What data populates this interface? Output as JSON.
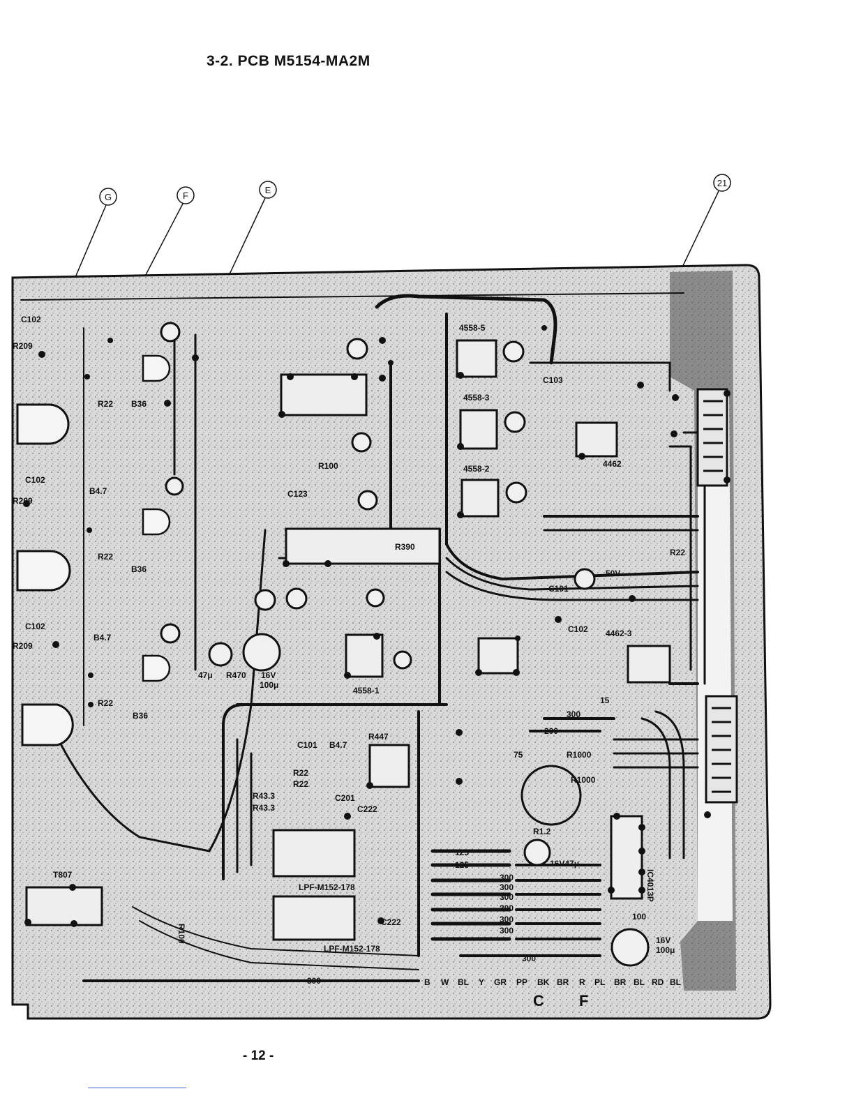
{
  "header": {
    "title": "3-2. PCB  M5154-MA2M"
  },
  "callouts": [
    {
      "id": "g",
      "label": "G"
    },
    {
      "id": "f",
      "label": "F"
    },
    {
      "id": "e",
      "label": "E"
    },
    {
      "id": "21",
      "label": "21"
    }
  ],
  "board_labels": {
    "c102a": "C102",
    "r209a": "R209",
    "r22a": "R22",
    "b36a": "B36",
    "c102b": "C102",
    "r209b": "R209",
    "b4_7b": "B4.7",
    "r22b": "R22",
    "b36b": "B36",
    "c102c": "C102",
    "r209c": "R209",
    "b4_7c": "B4.7",
    "r22c": "R22",
    "b36c": "B36",
    "c123": "C123",
    "r100": "R100",
    "r390": "R390",
    "r470": "R470",
    "cap16v": "16V",
    "cap100u": "100μ",
    "cap47u": "47μ",
    "ic4558_5": "4558-5",
    "ic4558_3": "4558-3",
    "ic4558_2": "4558-2",
    "ic4558_1": "4558-1",
    "ic4462": "4462",
    "ic4462_3": "4462-3",
    "c103": "C103",
    "c101": "C101",
    "c102": "C102",
    "r22d": "R22",
    "cap50v": "50V",
    "c101b": "C101",
    "b4_7d": "B4.7",
    "r447": "R447",
    "r22e": "R22",
    "r22f": "R22",
    "c201": "C201",
    "r43_3a": "R43.3",
    "r43_3b": "R43.3",
    "c222a": "C222",
    "c222b": "C222",
    "lpf1": "LPF-M152-178",
    "lpf2": "LPF-M152-178",
    "r1000a": "R1000",
    "r1000b": "R1000",
    "r1_2": "R1.2",
    "ic4013": "IC4013P",
    "cap16v47": "16V47μ",
    "w300a": "300",
    "w300b": "300",
    "w200": "200",
    "w100": "100",
    "w300c": "300",
    "w300d": "300",
    "w300e": "300",
    "w300f": "300",
    "w300g": "300",
    "w300h": "300",
    "w300i": "300",
    "w125a": "125",
    "w125b": "125",
    "w75": "75",
    "w15": "15",
    "cap16vb": "16V",
    "cap100ub": "100μ",
    "t807": "T807",
    "r100s": "R100",
    "conn_c": "C",
    "conn_f": "F",
    "pin_labels": [
      "B",
      "W",
      "BL",
      "Y",
      "GR",
      "PP",
      "BK",
      "BR",
      "R",
      "PL",
      "BR",
      "BL",
      "RD",
      "BL"
    ]
  },
  "footer": {
    "page_number": "- 12 -"
  }
}
